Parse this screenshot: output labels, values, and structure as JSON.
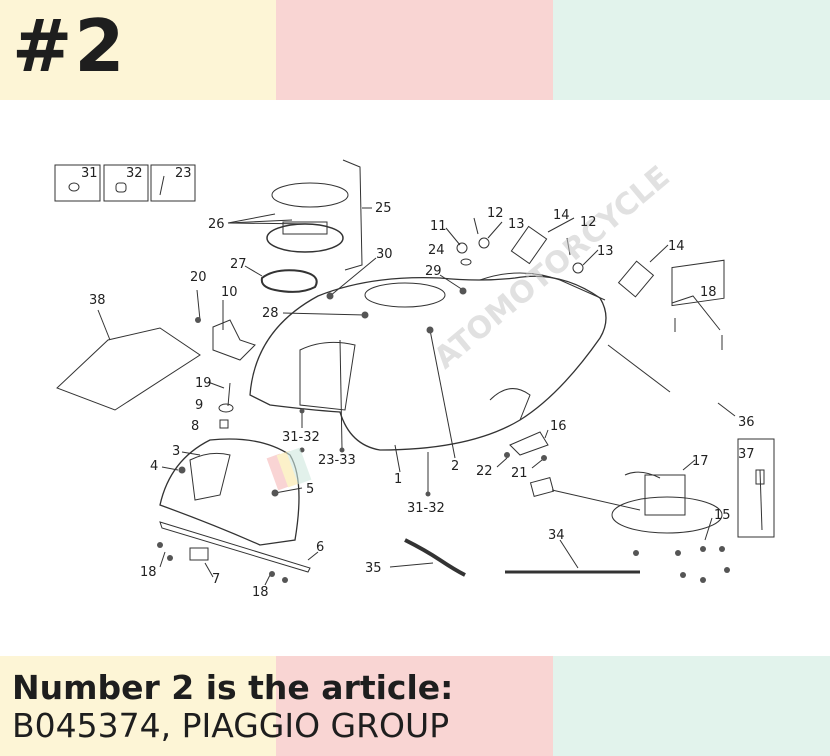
{
  "header": {
    "badge": "#2",
    "colors": [
      "#fdf5d6",
      "#f9d5d3",
      "#e2f3ec"
    ]
  },
  "diagram": {
    "labels": {
      "l31": "31",
      "l32": "32",
      "l23a": "23",
      "l25": "25",
      "l26": "26",
      "l27": "27",
      "l30": "30",
      "l29": "29",
      "l28": "28",
      "l20": "20",
      "l10": "10",
      "l38": "38",
      "l11": "11",
      "l12a": "12",
      "l13a": "13",
      "l24": "24",
      "l14a": "14",
      "l12b": "12",
      "l13b": "13",
      "l14b": "14",
      "l18a": "18",
      "l36": "36",
      "l19": "19",
      "l9": "9",
      "l8": "8",
      "l3": "3",
      "l4": "4",
      "l5": "5",
      "l3132a": "31-32",
      "l2333": "23-33",
      "l1": "1",
      "l2": "2",
      "l3132b": "31-32",
      "l16": "16",
      "l22": "22",
      "l21": "21",
      "l17": "17",
      "l37": "37",
      "l15": "15",
      "l34": "34",
      "l35": "35",
      "l6": "6",
      "l7": "7",
      "l18b": "18",
      "l18c": "18"
    },
    "watermark": "ATOMOTORCYCLE"
  },
  "caption": {
    "title": "Number 2 is the article:",
    "subtitle": "B045374, PIAGGIO GROUP"
  }
}
